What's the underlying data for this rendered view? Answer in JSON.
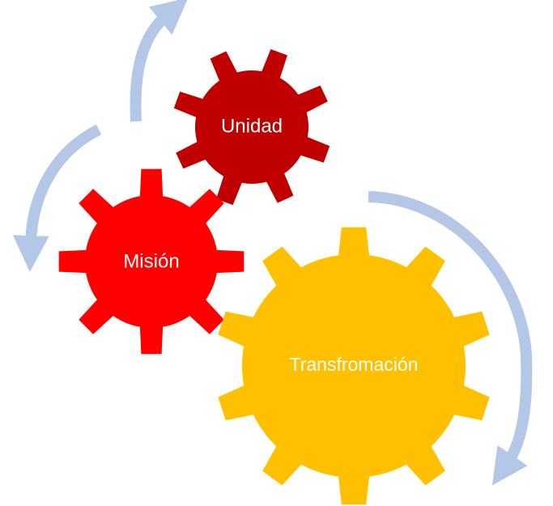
{
  "diagram": {
    "gears": [
      {
        "id": "unidad",
        "label": "Unidad",
        "color": "#C00000"
      },
      {
        "id": "mision",
        "label": "Misión",
        "color": "#FF0000"
      },
      {
        "id": "transformacion",
        "label": "Transfromación",
        "color": "#FFC000"
      }
    ],
    "arrow_color": "#B4C7E7"
  }
}
